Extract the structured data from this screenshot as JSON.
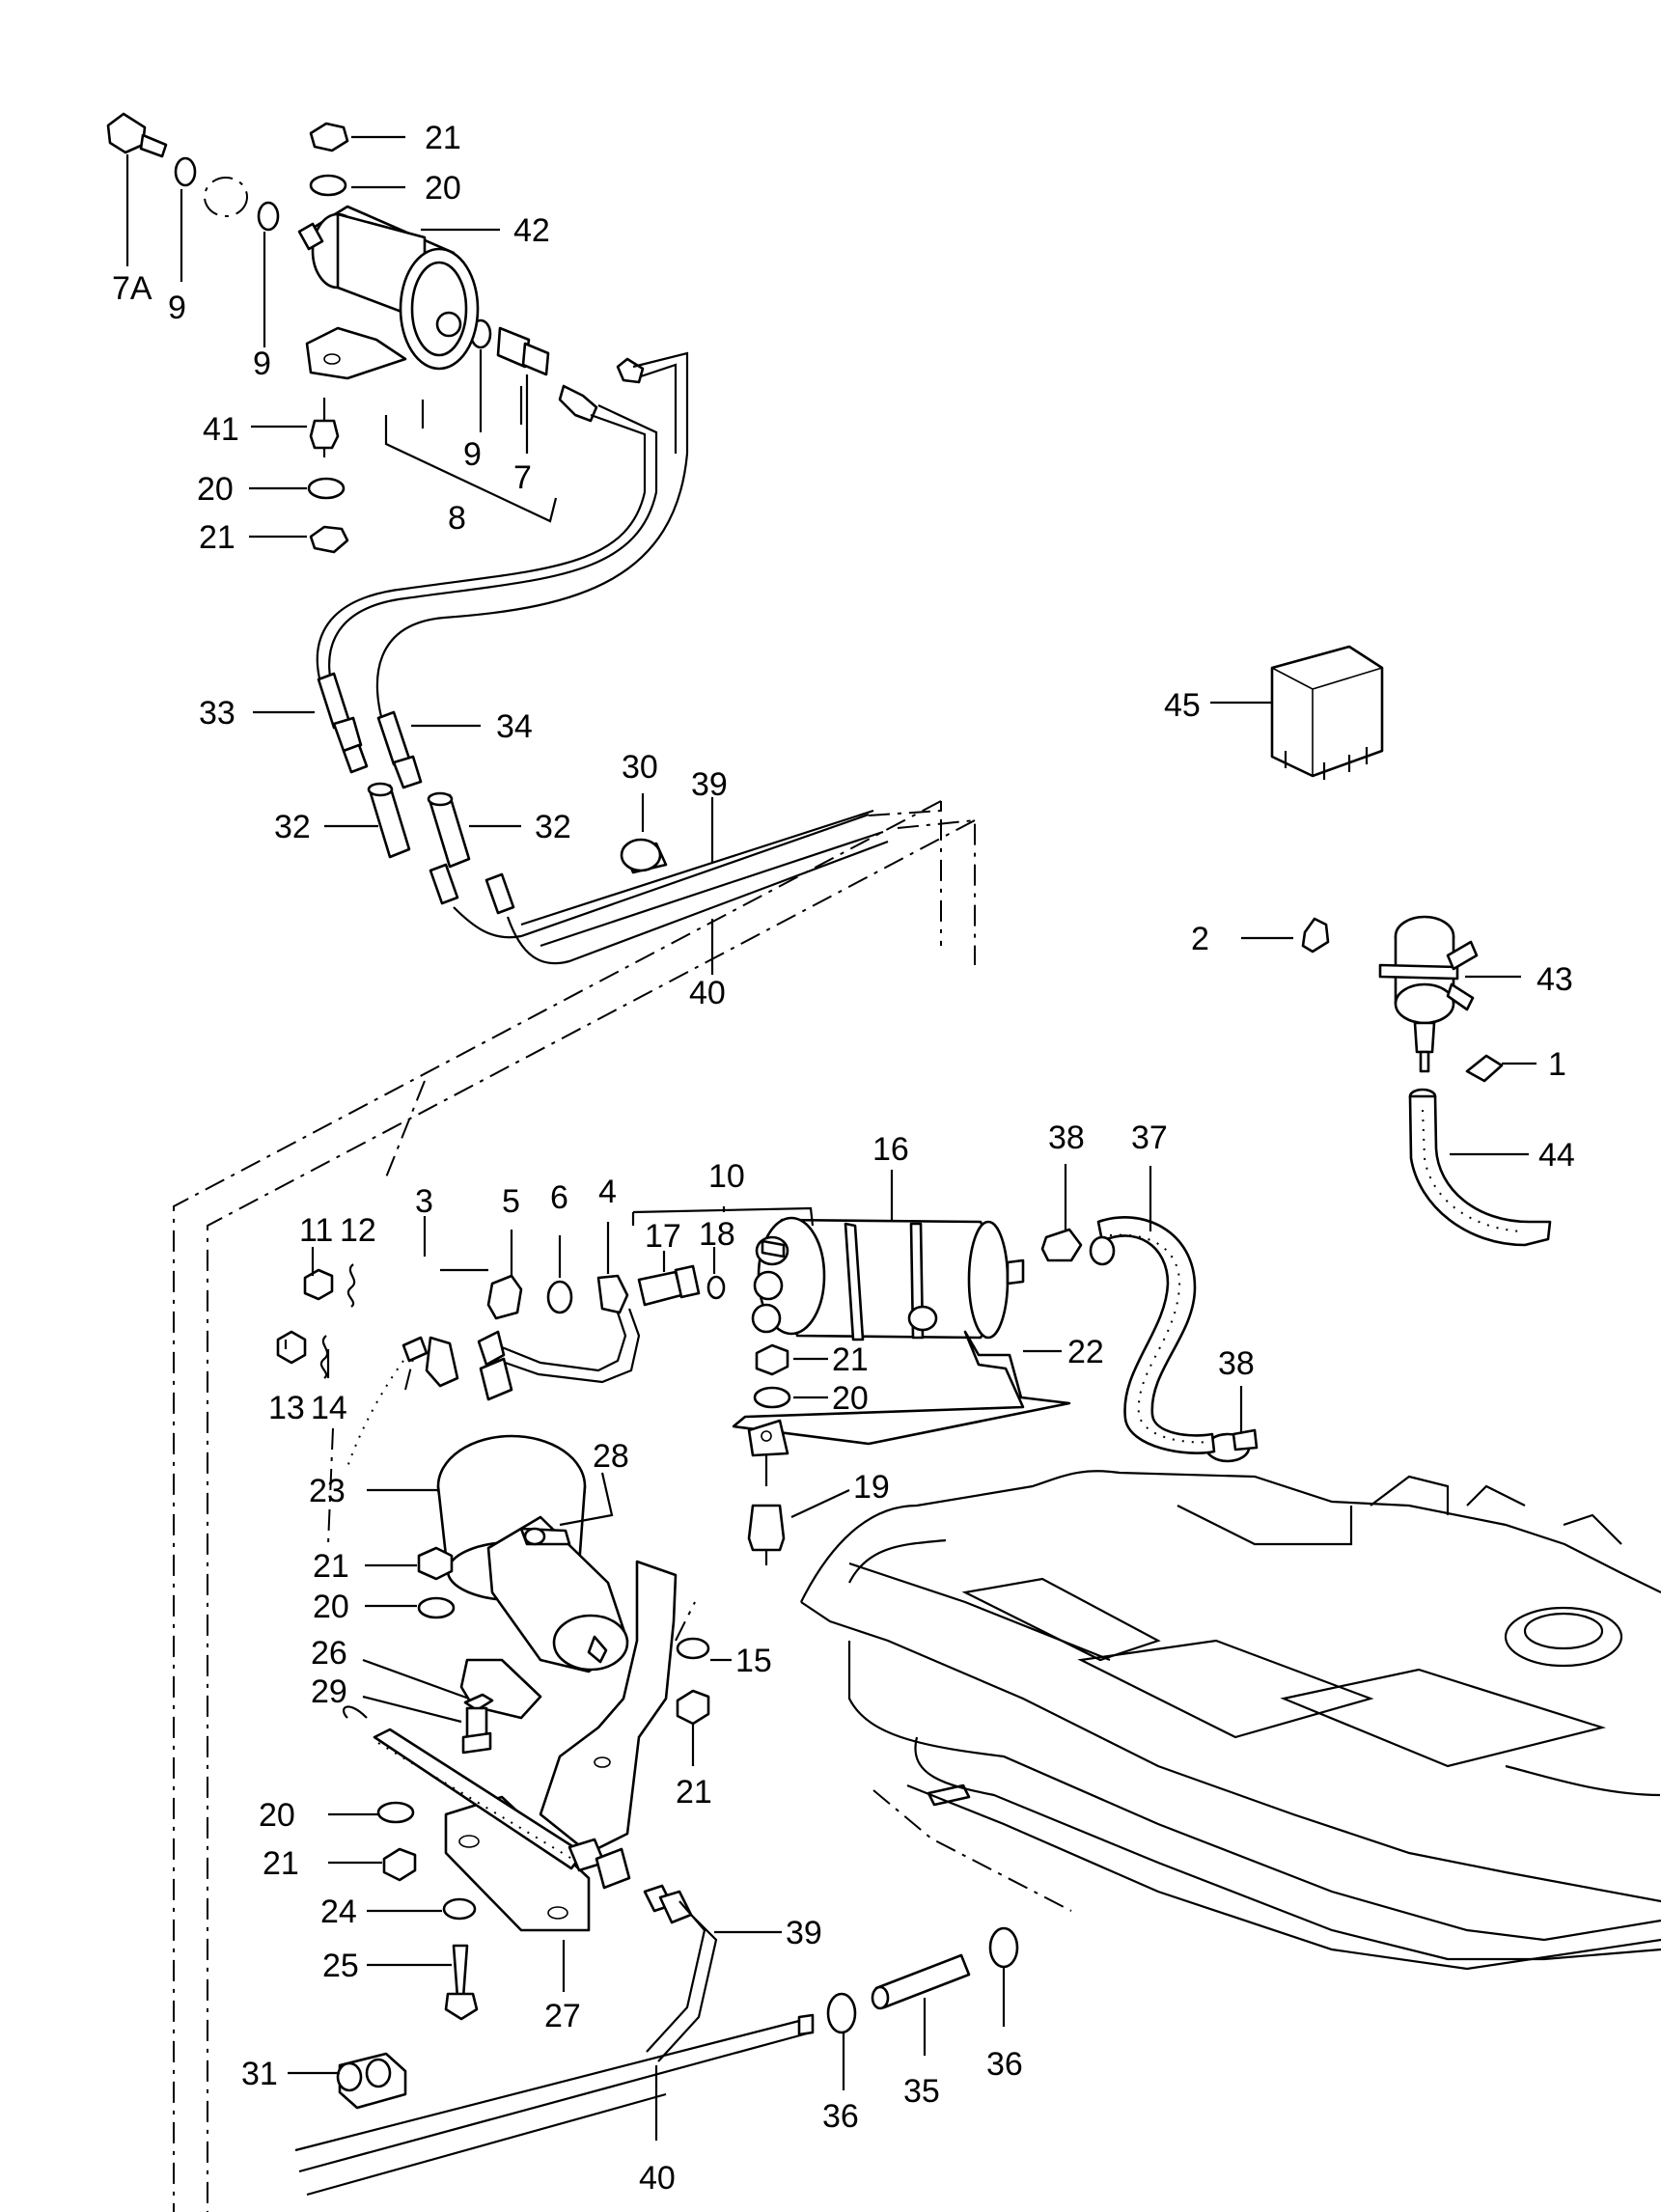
{
  "labels": {
    "l7a": "7A",
    "l9a": "9",
    "l9b": "9",
    "l9c": "9",
    "l7": "7",
    "l8": "8",
    "l21a": "21",
    "l20a": "20",
    "l42": "42",
    "l41": "41",
    "l20b": "20",
    "l21b": "21",
    "l33": "33",
    "l34": "34",
    "l32a": "32",
    "l32b": "32",
    "l30": "30",
    "l39a": "39",
    "l40a": "40",
    "l45": "45",
    "l2": "2",
    "l43": "43",
    "l1": "1",
    "l44": "44",
    "l11": "11",
    "l12": "12",
    "l3": "3",
    "l5": "5",
    "l6": "6",
    "l4": "4",
    "l10": "10",
    "l16": "16",
    "l17": "17",
    "l18": "18",
    "l38a": "38",
    "l37": "37",
    "l13": "13",
    "l14": "14",
    "l21c": "21",
    "l20c": "20",
    "l22": "22",
    "l38b": "38",
    "l19": "19",
    "l28": "28",
    "l23": "23",
    "l21d": "21",
    "l20d": "20",
    "l26": "26",
    "l29": "29",
    "l15": "15",
    "l21e": "21",
    "l20e": "20",
    "l21f": "21",
    "l24": "24",
    "l25": "25",
    "l27": "27",
    "l39b": "39",
    "l31": "31",
    "l36a": "36",
    "l35": "35",
    "l36b": "36",
    "l40b": "40"
  }
}
